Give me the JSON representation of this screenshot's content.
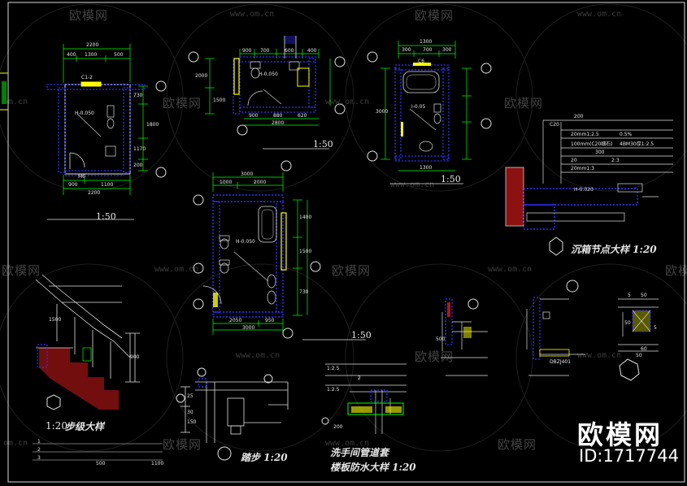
{
  "watermark": {
    "brand": "欧模网",
    "url": "www.om.cn",
    "url_short": "om.cn"
  },
  "corner_badge": {
    "brand": "欧模网",
    "id_text": "ID:1717744"
  },
  "scales": {
    "plan_a": "1:50",
    "plan_b": "1:50",
    "plan_c": "1:50",
    "plan_d": "1:50"
  },
  "titles": {
    "threshold_detail": "沉箱节点大样 1:20",
    "step_detail_scale": "1:20",
    "step_detail": "步级大样",
    "tread_detail": "踏步 1:20",
    "pipe_detail_1": "洗手间管道套",
    "pipe_detail_2": "楼板防水大样 1:20"
  },
  "plan_a": {
    "top_dims": [
      "2200",
      "400",
      "1300",
      "500"
    ],
    "bottom_dims": [
      "2200",
      "900",
      "1100"
    ],
    "right_dims": [
      "730",
      "1800",
      "1170",
      "200"
    ],
    "label_c": "C1-2",
    "label_m": "M6",
    "level": "H-0.050"
  },
  "plan_b": {
    "top_dims": [
      "900",
      "700",
      "600",
      "400"
    ],
    "bottom_dims": [
      "900",
      "880",
      "620",
      "2800"
    ],
    "left_dims": [
      "2000",
      "1500"
    ],
    "level": "H-0.050"
  },
  "plan_c": {
    "top_dims": [
      "1300",
      "300",
      "700",
      "300"
    ],
    "label_c": "C6",
    "level": "I-0.05",
    "left_dims": [
      "3000"
    ],
    "bottom_dims": [
      "1300"
    ]
  },
  "plan_d": {
    "top_dims": [
      "3000",
      "1000",
      "2000"
    ],
    "bottom_dims": [
      "2050",
      "950",
      "3000"
    ],
    "right_dims": [
      "1400",
      "1500",
      "730"
    ],
    "level": "H-0.050"
  },
  "threshold_notes": {
    "lines": [
      "C20",
      "200",
      "20mm1:2.5",
      "0.5%",
      "100mm(C20细石)",
      "4BM30厚1:2.5",
      "300",
      "20",
      "2:3",
      "20mm1:3"
    ],
    "level": "H-0.020"
  },
  "pipe_notes": {
    "lines": [
      "1:2.5",
      "2",
      "1:2.5"
    ],
    "level": "200"
  },
  "detail_labels": {
    "small_section": "500",
    "sill": "DBZJ401",
    "column_dims": [
      "5",
      "50",
      "50",
      "5",
      "60",
      "50"
    ],
    "tread_dims": [
      "25",
      "30",
      "150"
    ],
    "step_dims": [
      "900",
      "1100",
      "500",
      "1500"
    ],
    "step_notes": [
      "1",
      "2",
      "3"
    ]
  }
}
